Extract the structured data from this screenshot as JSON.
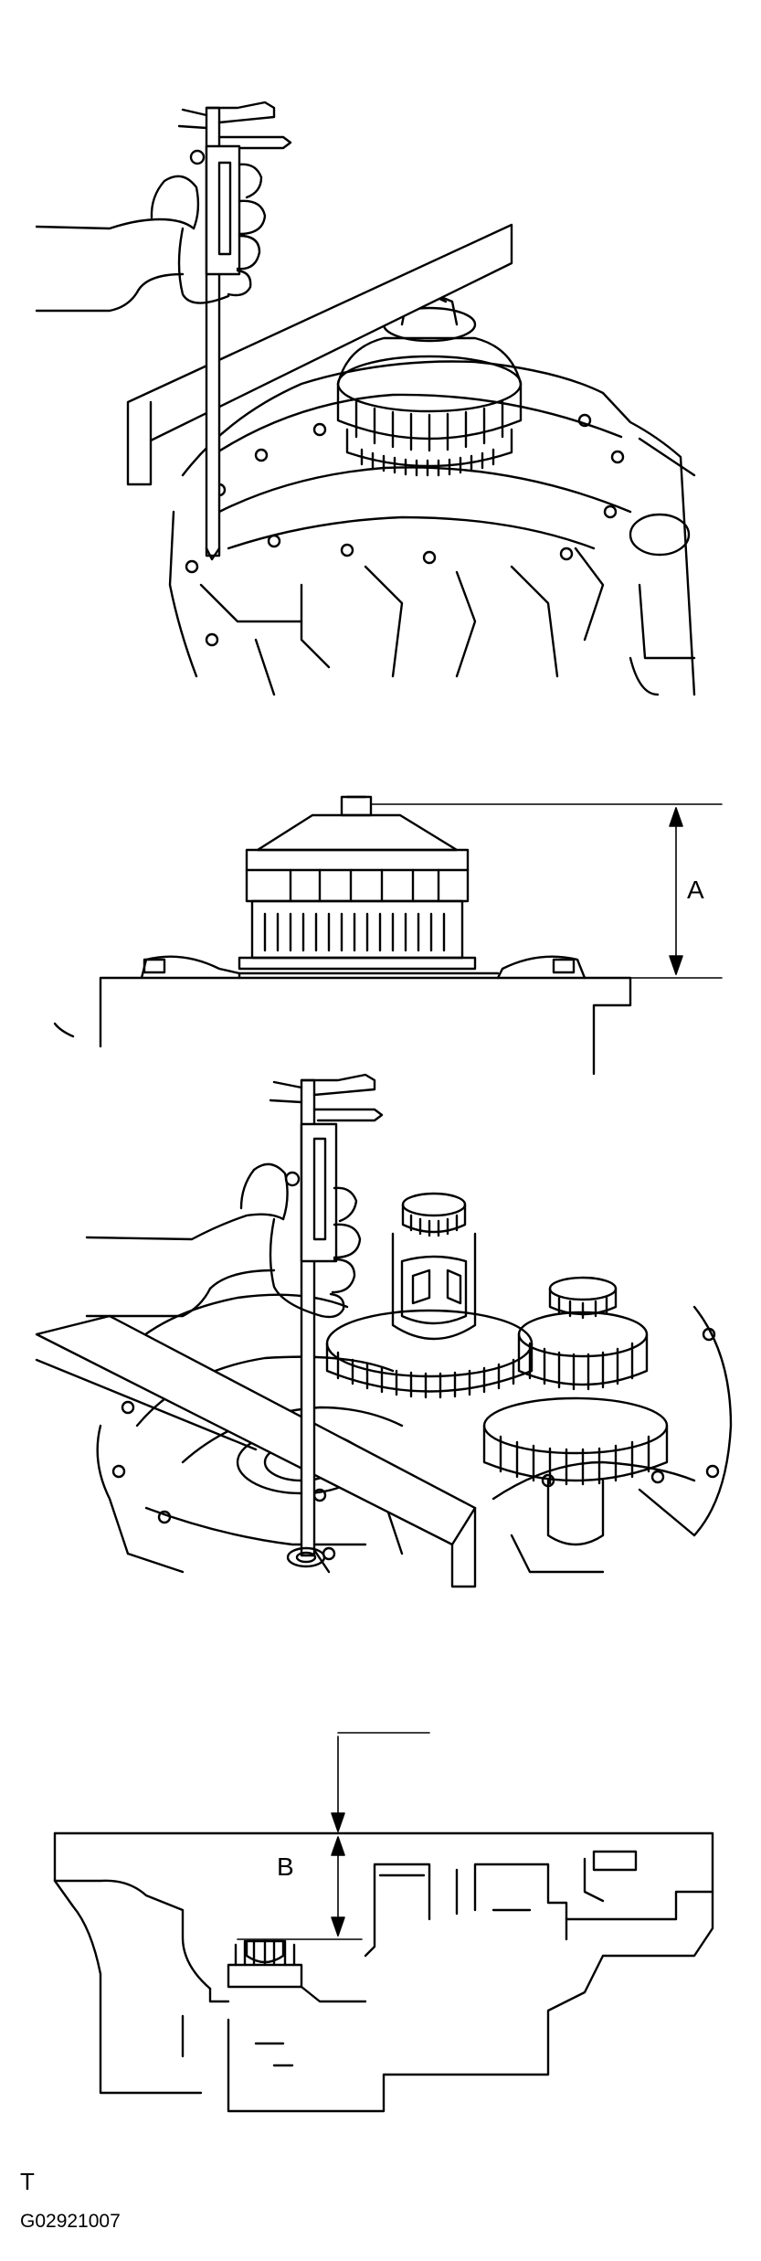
{
  "labels": {
    "dimension_a": "A",
    "dimension_b": "B",
    "corner_mark": "T",
    "figure_code": "G02921007"
  },
  "colors": {
    "line": "#000000",
    "background": "#ffffff"
  },
  "icons": {
    "panel_1": "vernier-caliper-on-straightedge-transaxle-case-icon",
    "panel_2": "clutch-drum-height-a-section-icon",
    "panel_3": "vernier-caliper-on-straightedge-gear-housing-icon",
    "panel_4": "case-depth-b-section-icon"
  }
}
